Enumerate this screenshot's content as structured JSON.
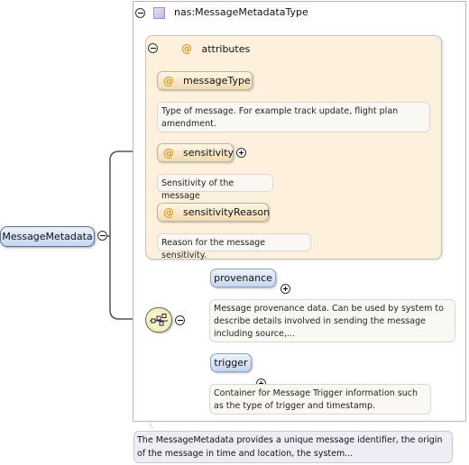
{
  "type_box": {
    "title": "nas:MessageMetadataType"
  },
  "attributes": {
    "title": "attributes",
    "at_symbol": "@",
    "items": [
      {
        "name": "messageType",
        "doc": "Type of message. For example track update, flight plan amendment."
      },
      {
        "name": "sensitivity",
        "doc": "Sensitivity of the message"
      },
      {
        "name": "sensitivityReason",
        "doc": "Reason for the message sensitivity."
      }
    ]
  },
  "root_element": {
    "name": "MessageMetadata",
    "doc": "The MessageMetadata provides a unique message identifier, the origin of the message in time and location, the system..."
  },
  "sequence": {
    "icon": "sequence-compositor-icon",
    "children": [
      {
        "name": "provenance",
        "doc": "Message provenance data. Can be used by system to describe details involved in sending the message including source,..."
      },
      {
        "name": "trigger",
        "doc": "Container for Message Trigger information such as the type of trigger and timestamp."
      }
    ]
  },
  "colors": {
    "attr_panel": "#fdf1dd",
    "element_fill": "#c6d6ef",
    "attribute_at": "#d89a2a",
    "connector": "#555555"
  }
}
